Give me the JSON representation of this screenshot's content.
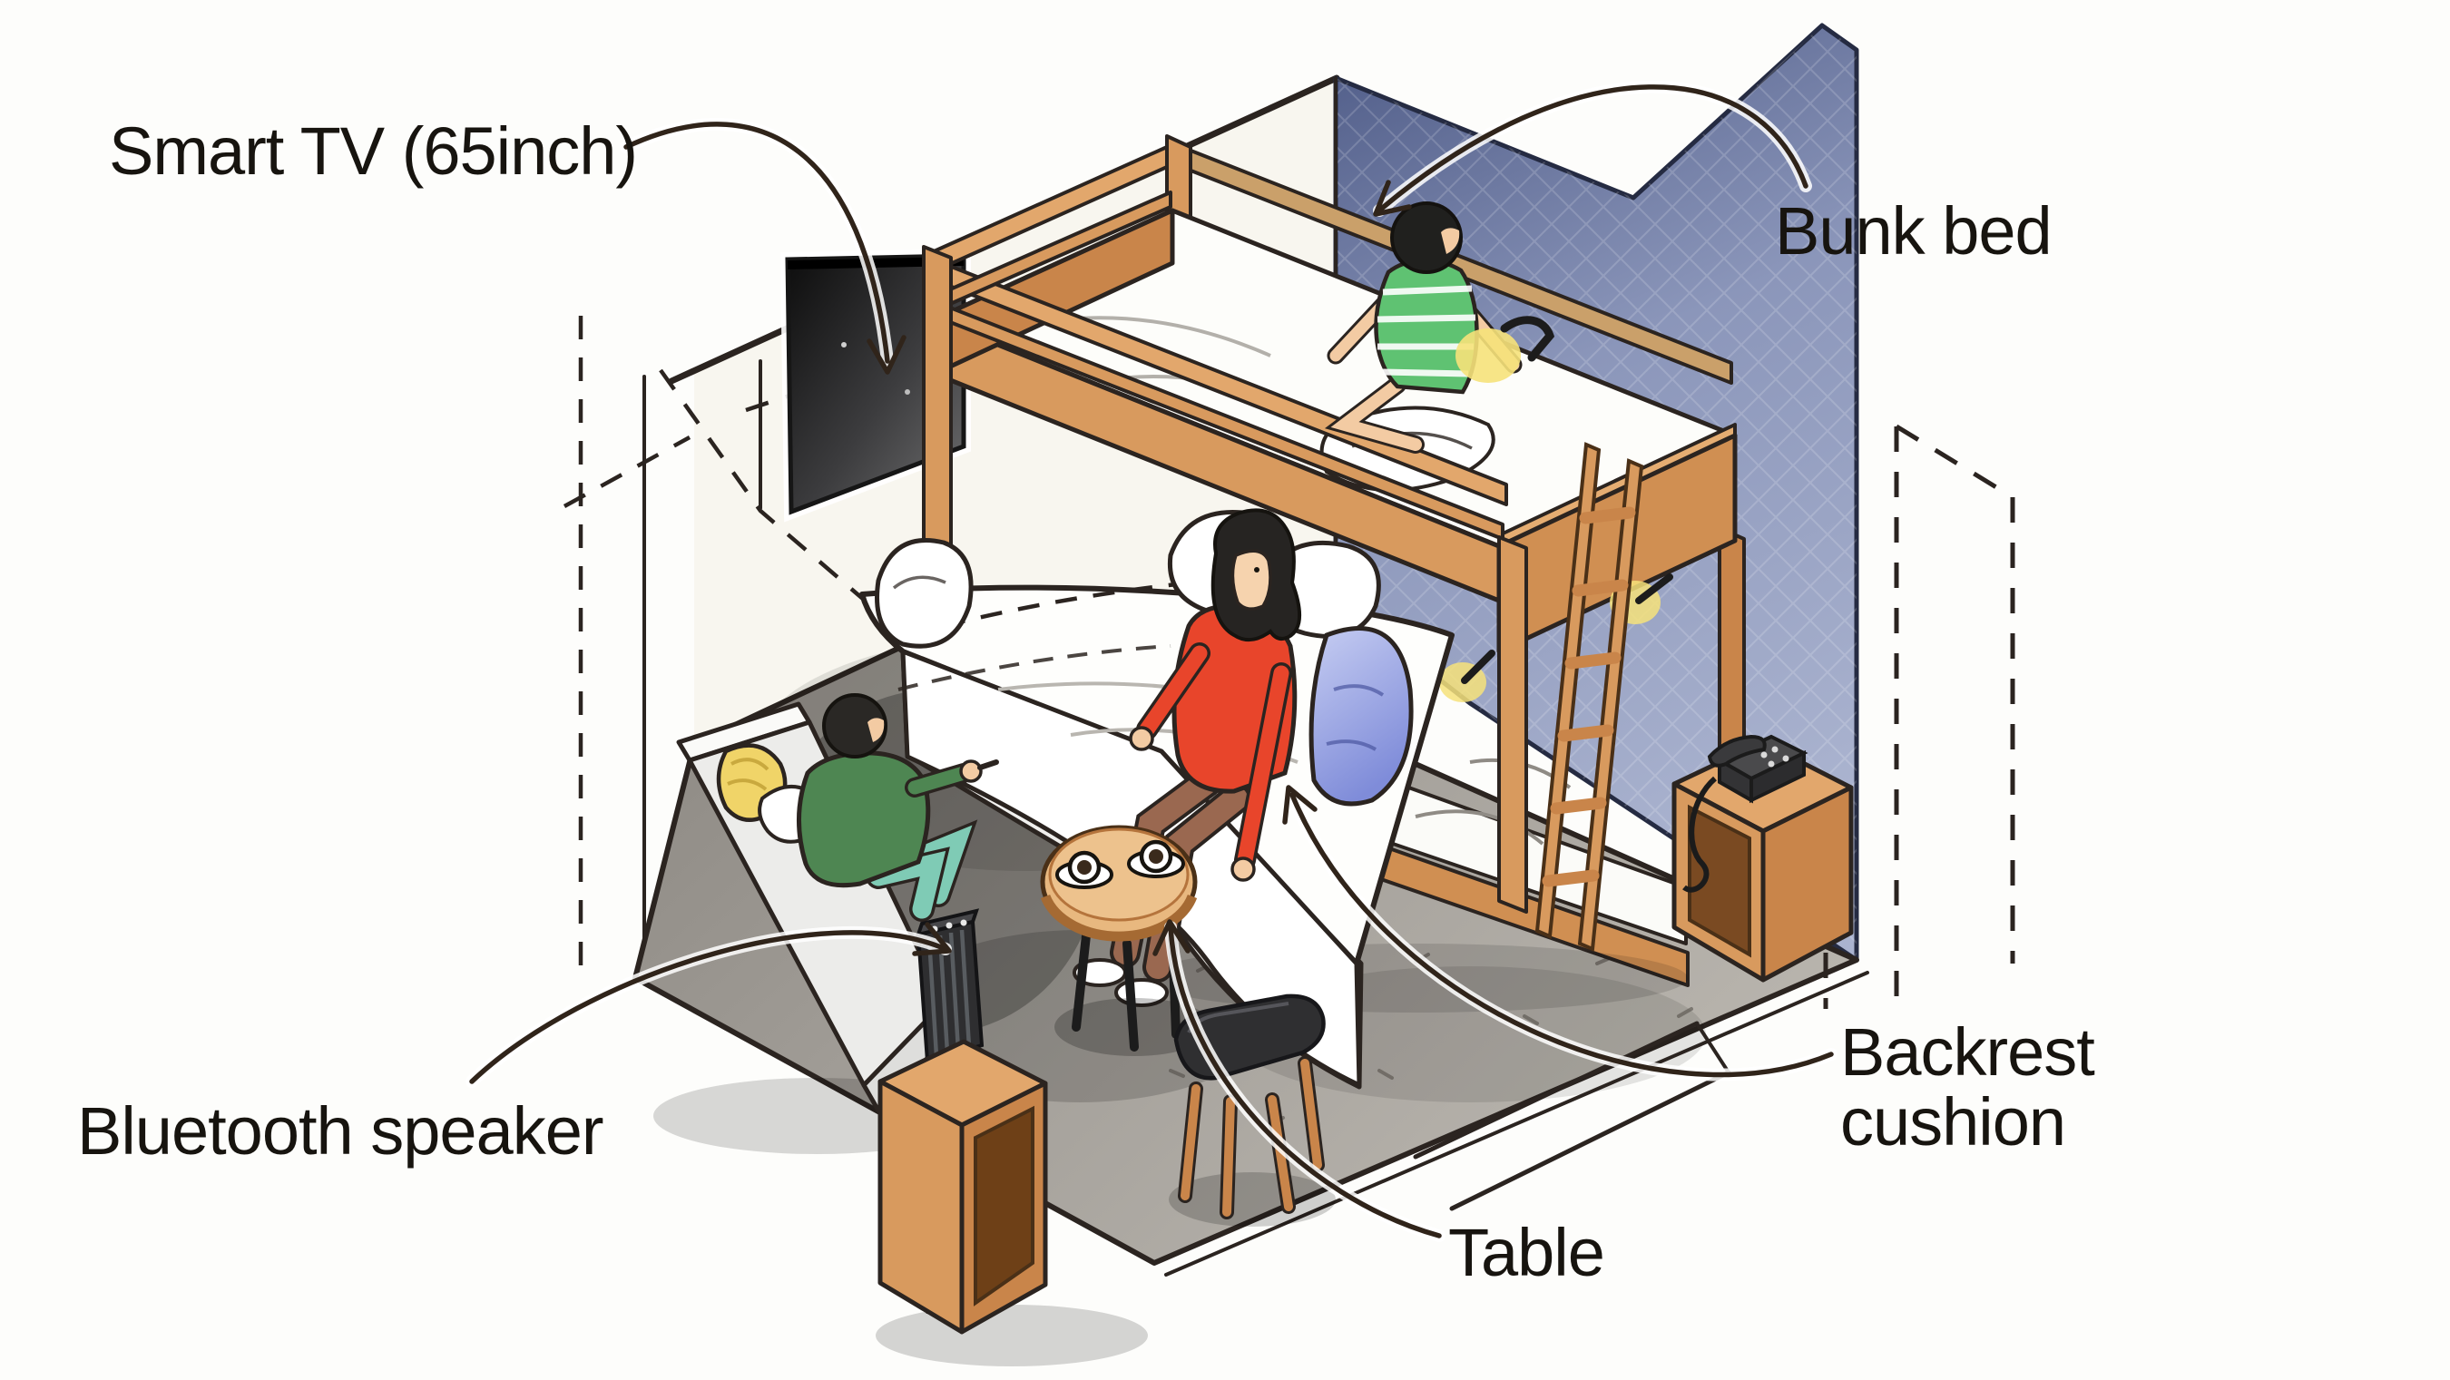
{
  "figure": {
    "kind": "hand-drawn isometric cutaway illustration",
    "subject": "hotel guest room with furniture callouts"
  },
  "labels": {
    "smart_tv": "Smart TV (65inch)",
    "bunk_bed": "Bunk bed",
    "bluetooth_speaker": "Bluetooth speaker",
    "backrest_cushion_line1": "Backrest",
    "backrest_cushion_line2": "cushion",
    "table": "Table"
  },
  "annotations": [
    {
      "label": "Smart TV (65inch)",
      "target": "wall-mounted flat TV on back-left wall",
      "arrow": "curves down-right onto TV screen"
    },
    {
      "label": "Bunk bed",
      "target": "wooden bunk bed along blue wall",
      "arrow": "curves down-left onto top bunk"
    },
    {
      "label": "Bluetooth speaker",
      "target": "black speaker standing on low wooden cabinet",
      "arrow": "curves up-right onto speaker"
    },
    {
      "label": "Backrest cushion",
      "target": "blue cushion behind seated woman on bed",
      "arrow": "curves up-left onto cushion"
    },
    {
      "label": "Table",
      "target": "small round wooden coffee table with two cups",
      "arrow": "curves up-left onto table edge"
    }
  ],
  "scene_objects": [
    "smart-tv",
    "bunk-bed",
    "top-bunk-child",
    "lower-bunk",
    "ladder",
    "reading-lamps",
    "double-bed",
    "pillows",
    "woman-sitting",
    "backrest-cushion",
    "sofa",
    "man-sitting",
    "yellow-pillow",
    "bluetooth-speaker",
    "speaker-cabinet",
    "round-table",
    "coffee-cups",
    "stool",
    "nightstand",
    "telephone",
    "door-outline-dashed",
    "carpet-floor"
  ],
  "colors": {
    "background": "#fdfdfb",
    "wall_white": "#f8f6ef",
    "wall_blue_dark": "#57648f",
    "wall_blue_light": "#aab3cf",
    "wood_main": "#d89a5e",
    "wood_dark": "#c9854a",
    "wood_light": "#e2a76c",
    "floor_gray": "#9b9791",
    "tv_black": "#141414",
    "cushion_blue": "#8a96dd",
    "sweater_green": "#4e8652",
    "pants_teal": "#7fcbb5",
    "shirt_red": "#e8452b",
    "shirt_green_striped": "#5fc272",
    "pillow_yellow": "#f0d468",
    "lamp_glow": "#f6e27a",
    "ink_outline": "#2b2420",
    "label_text": "#17140f"
  }
}
